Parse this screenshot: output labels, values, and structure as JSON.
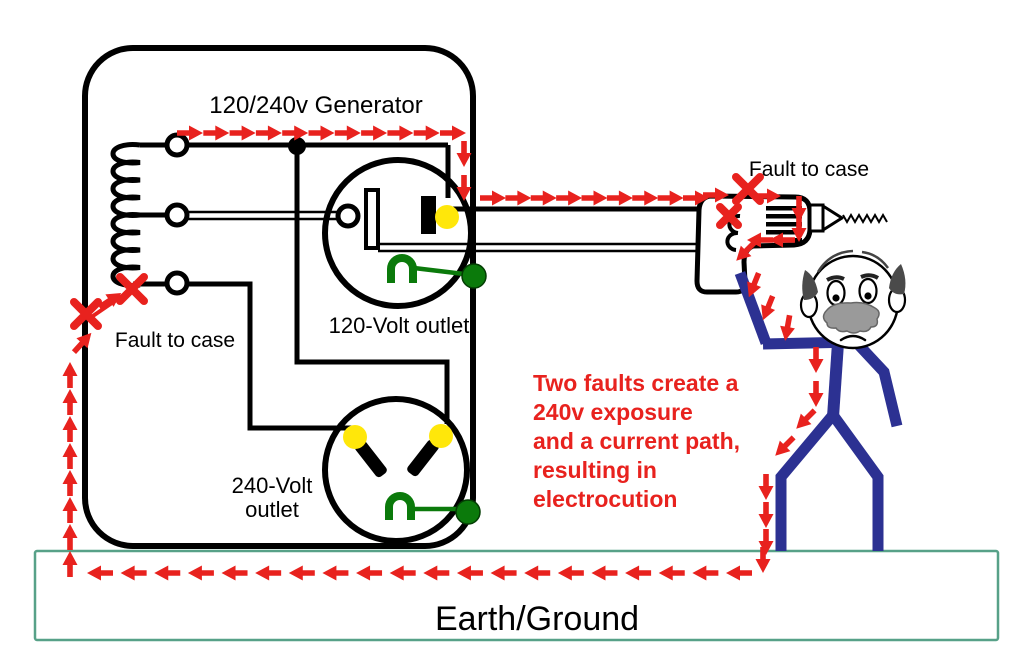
{
  "diagram": {
    "generator_label": "120/240v Generator",
    "outlet_120_label": "120-Volt outlet",
    "outlet_240_label_line1": "240-Volt",
    "outlet_240_label_line2": "outlet",
    "fault_left_label": "Fault to case",
    "fault_right_label": "Fault to case",
    "earth_label": "Earth/Ground",
    "warning_lines": [
      "Two faults create a",
      "240v exposure",
      "and a current path,",
      "resulting in",
      "electrocution"
    ]
  },
  "colors": {
    "arrow_red": "#e8221e",
    "person_blue": "#2c3192",
    "wire_green": "#0b7a0b",
    "terminal_yellow": "#ffe70a",
    "earth_border_green": "#57a188",
    "mustache_gray": "#9a9a9a",
    "line_black": "#000000",
    "background": "#ffffff"
  }
}
